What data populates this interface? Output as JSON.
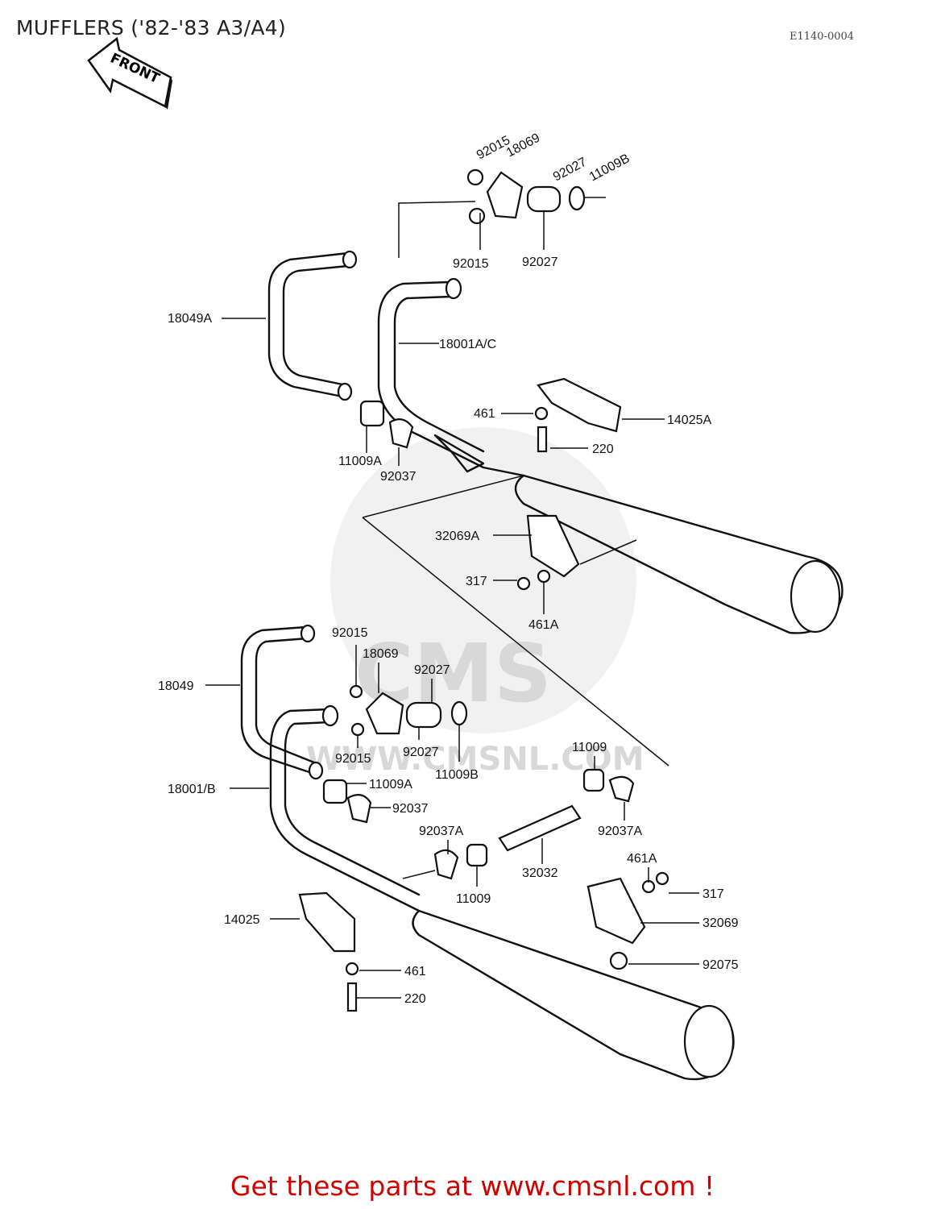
{
  "header": {
    "title": "MUFFLERS ('82-'83 A3/A4)",
    "diagram_code": "E1140-0004",
    "front_arrow_label": "FRONT"
  },
  "watermark": {
    "brand": "CMS",
    "url": "WWW.CMSNL.COM"
  },
  "part_labels": [
    "92015",
    "18069",
    "92027",
    "11009B",
    "92015",
    "92027",
    "18049A",
    "18001A/C",
    "461",
    "14025A",
    "220",
    "11009A",
    "92037",
    "32069A",
    "317",
    "461A",
    "92015",
    "18069",
    "92027",
    "18049",
    "92015",
    "92027",
    "11009B",
    "18001/B",
    "11009A",
    "92037",
    "11009",
    "92037A",
    "92037A",
    "32032",
    "11009",
    "461A",
    "317",
    "14025",
    "32069",
    "92075",
    "461",
    "220"
  ],
  "footer": {
    "cta": "Get these parts at www.cmsnl.com !"
  },
  "colors": {
    "cta": "#d40000",
    "line_art": "#111111",
    "watermark": "#d6d6d6"
  }
}
